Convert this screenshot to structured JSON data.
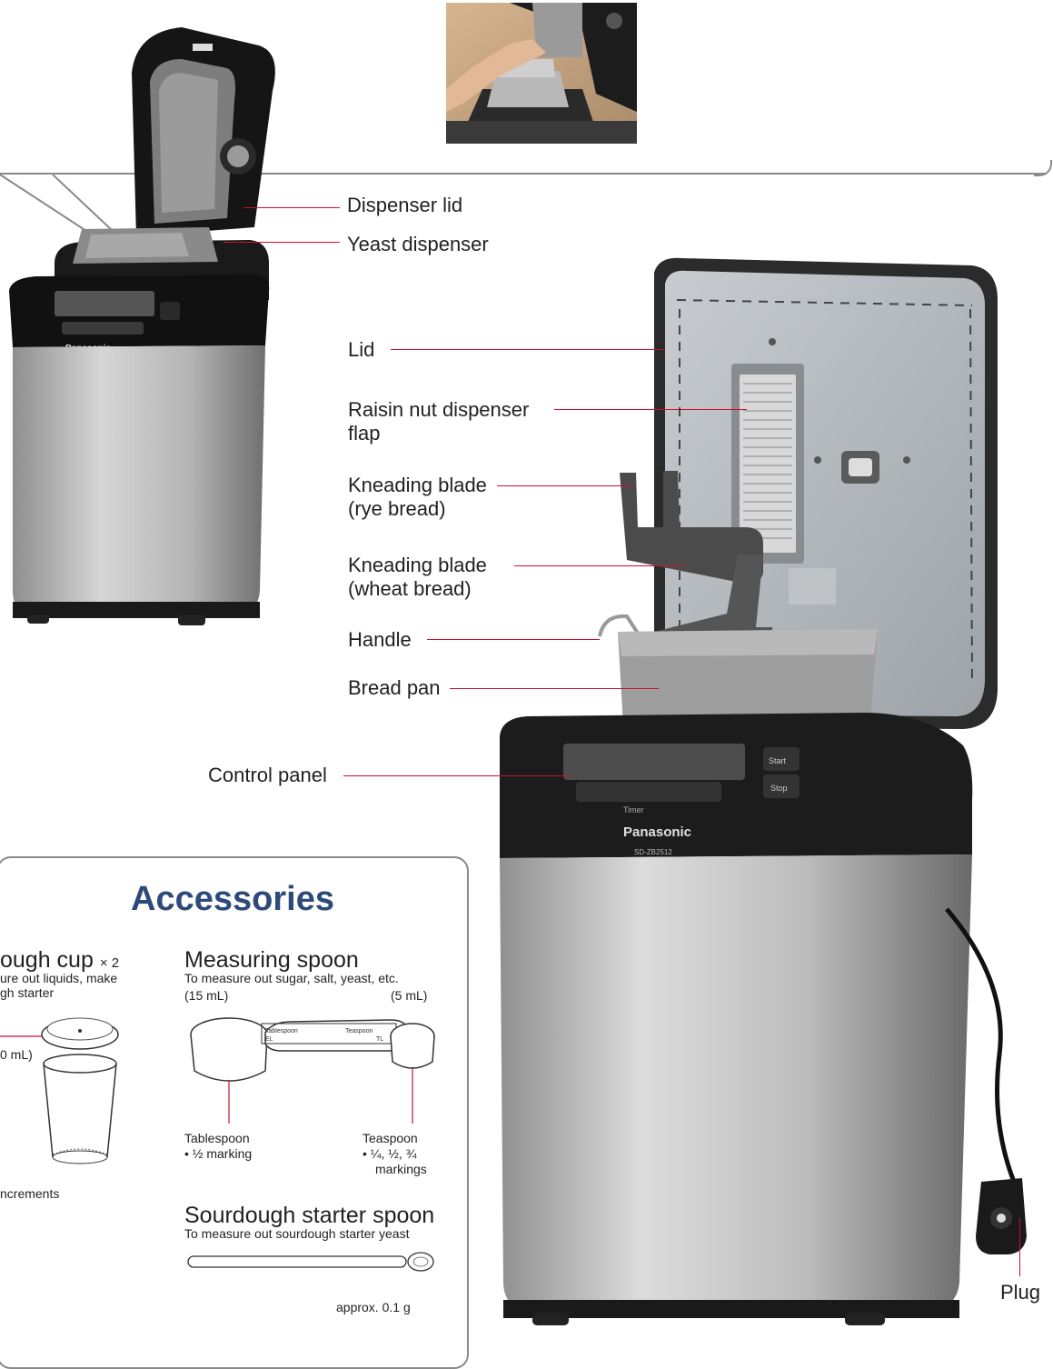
{
  "labels": {
    "dispenser_lid": "Dispenser lid",
    "yeast_dispenser": "Yeast dispenser",
    "lid": "Lid",
    "raisin_line1": "Raisin nut dispenser",
    "raisin_line2": "flap",
    "kneading_rye_line1": "Kneading blade",
    "kneading_rye_line2": "(rye bread)",
    "kneading_wheat_line1": "Kneading blade",
    "kneading_wheat_line2": "(wheat bread)",
    "handle": "Handle",
    "bread_pan": "Bread pan",
    "control_panel": "Control panel",
    "plug": "Plug"
  },
  "brand": {
    "name": "Panasonic",
    "model": "SD-ZB2512",
    "panel_start": "Start",
    "panel_stop": "Stop",
    "panel_timer": "Timer"
  },
  "accessories": {
    "title": "Accessories",
    "cup": {
      "title": "ough cup",
      "count": "× 2",
      "desc_line1": "ure out liquids, make",
      "desc_line2": "gh starter",
      "volume": "0 mL)",
      "increments": "ncrements"
    },
    "measuring_spoon": {
      "title": "Measuring spoon",
      "desc": "To measure out sugar, salt, yeast, etc.",
      "left_volume": "(15 mL)",
      "right_volume": "(5 mL)",
      "engrave_tablespoon": "Tablespoon",
      "engrave_el": "EL",
      "engrave_teaspoon": "Teaspoon",
      "engrave_tl": "TL",
      "tablespoon_label": "Tablespoon",
      "tablespoon_note": "• ½ marking",
      "teaspoon_label": "Teaspoon",
      "teaspoon_note1": "• ¼, ½, ¾",
      "teaspoon_note2": "markings"
    },
    "sourdough_spoon": {
      "title": "Sourdough starter spoon",
      "desc": "To measure out sourdough starter yeast",
      "amount": "approx. 0.1 g"
    }
  },
  "colors": {
    "leader": "#c8102e",
    "title": "#2e4a7a",
    "frame": "#8a8a8a"
  }
}
